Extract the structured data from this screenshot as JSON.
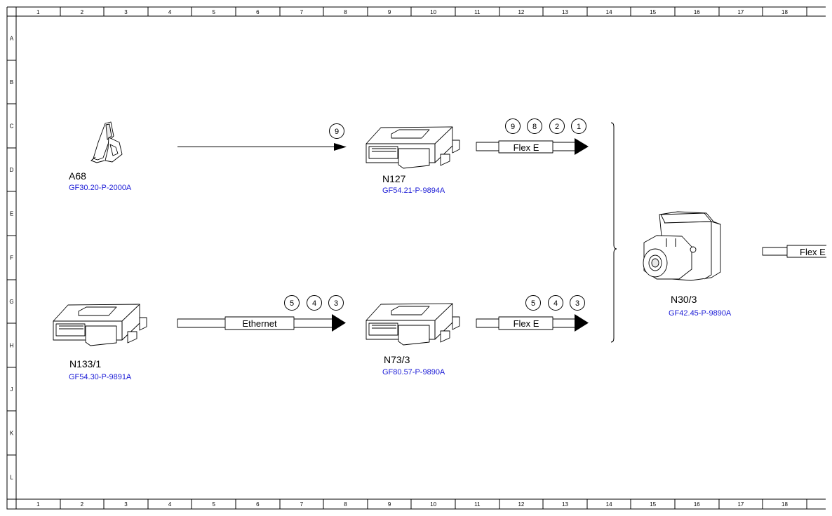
{
  "frame": {
    "columns": [
      "1",
      "2",
      "3",
      "4",
      "5",
      "6",
      "7",
      "8",
      "9",
      "10",
      "11",
      "12",
      "13",
      "14",
      "15",
      "16",
      "17",
      "18"
    ],
    "rows": [
      "A",
      "B",
      "C",
      "D",
      "E",
      "F",
      "G",
      "H",
      "J",
      "K",
      "L"
    ]
  },
  "components": {
    "a68": {
      "name": "A68",
      "ref": "GF30.20-P-2000A"
    },
    "n127": {
      "name": "N127",
      "ref": "GF54.21-P-9894A"
    },
    "n133": {
      "name": "N133/1",
      "ref": "GF54.30-P-9891A"
    },
    "n73": {
      "name": "N73/3",
      "ref": "GF80.57-P-9890A"
    },
    "n30": {
      "name": "N30/3",
      "ref": "GF42.45-P-9890A"
    }
  },
  "connections": {
    "a68_to_n127": {
      "badges": [
        "9"
      ]
    },
    "n127_out": {
      "label": "Flex E",
      "badges": [
        "9",
        "8",
        "2",
        "1"
      ]
    },
    "n133_to_n73": {
      "label": "Ethernet",
      "badges": [
        "5",
        "4",
        "3"
      ]
    },
    "n73_out": {
      "label": "Flex E",
      "badges": [
        "5",
        "4",
        "3"
      ]
    },
    "n30_out": {
      "label": "Flex E"
    }
  }
}
